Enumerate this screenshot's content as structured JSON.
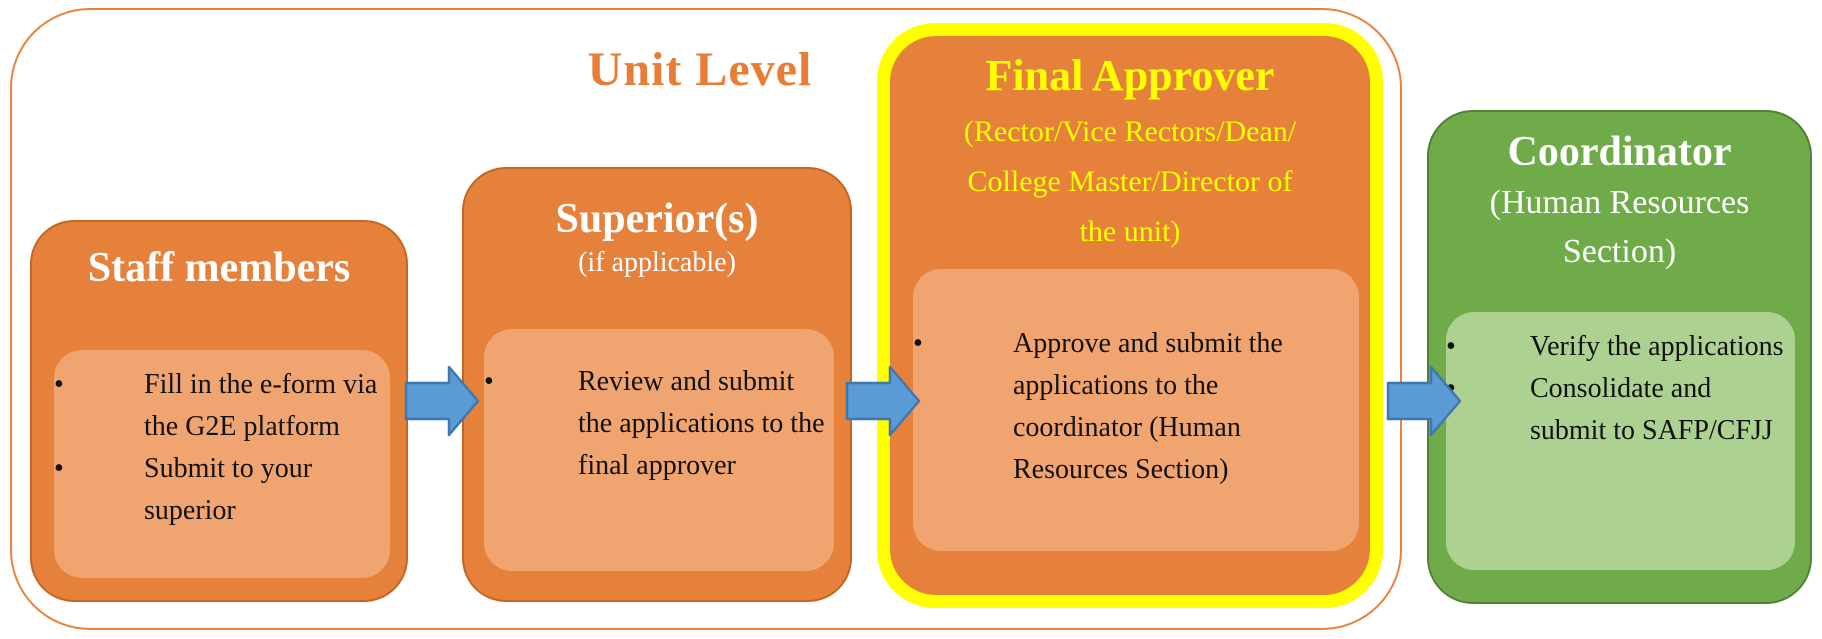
{
  "diagram": {
    "title": "Unit Level",
    "type": "process-flow"
  },
  "colors": {
    "orange_box": "#E6813C",
    "orange_box_border": "#C26622",
    "orange_inner_panel": "#F0A46F",
    "yellow_highlight": "#FFFF00",
    "green_box": "#6FAC49",
    "green_box_border": "#4E8234",
    "green_inner_panel": "#ACD190",
    "arrow_blue": "#5B9BD5",
    "arrow_blue_border": "#4177AE",
    "unit_outline": "#E8823C",
    "title_orange_text": "#E87E35",
    "bullet_text": "#111111",
    "white_text": "#FFFFFF"
  },
  "boxes": [
    {
      "id": "staff-members",
      "title": "Staff members",
      "bullets": [
        "Fill in the e-form via the G2E platform",
        "Submit to your superior"
      ]
    },
    {
      "id": "superiors",
      "title": "Superior(s)",
      "subtitle": "(if applicable)",
      "bullets": [
        "Review and submit the applications to the final approver"
      ]
    },
    {
      "id": "final-approver",
      "title": "Final Approver",
      "subtitle_lines": [
        "(Rector/Vice Rectors/Dean/",
        "College Master/Director of",
        "the unit)"
      ],
      "bullets": [
        "Approve and submit the applications to the coordinator (Human Resources Section)"
      ]
    },
    {
      "id": "coordinator",
      "title": "Coordinator",
      "subtitle": "(Human Resources Section)",
      "bullets": [
        "Verify the applications",
        "Consolidate and submit to SAFP/CFJJ"
      ]
    }
  ],
  "arrows": [
    {
      "icon": "arrow-right-icon",
      "from": "staff-members",
      "to": "superiors"
    },
    {
      "icon": "arrow-right-icon",
      "from": "superiors",
      "to": "final-approver"
    },
    {
      "icon": "arrow-right-icon",
      "from": "final-approver",
      "to": "coordinator"
    }
  ]
}
